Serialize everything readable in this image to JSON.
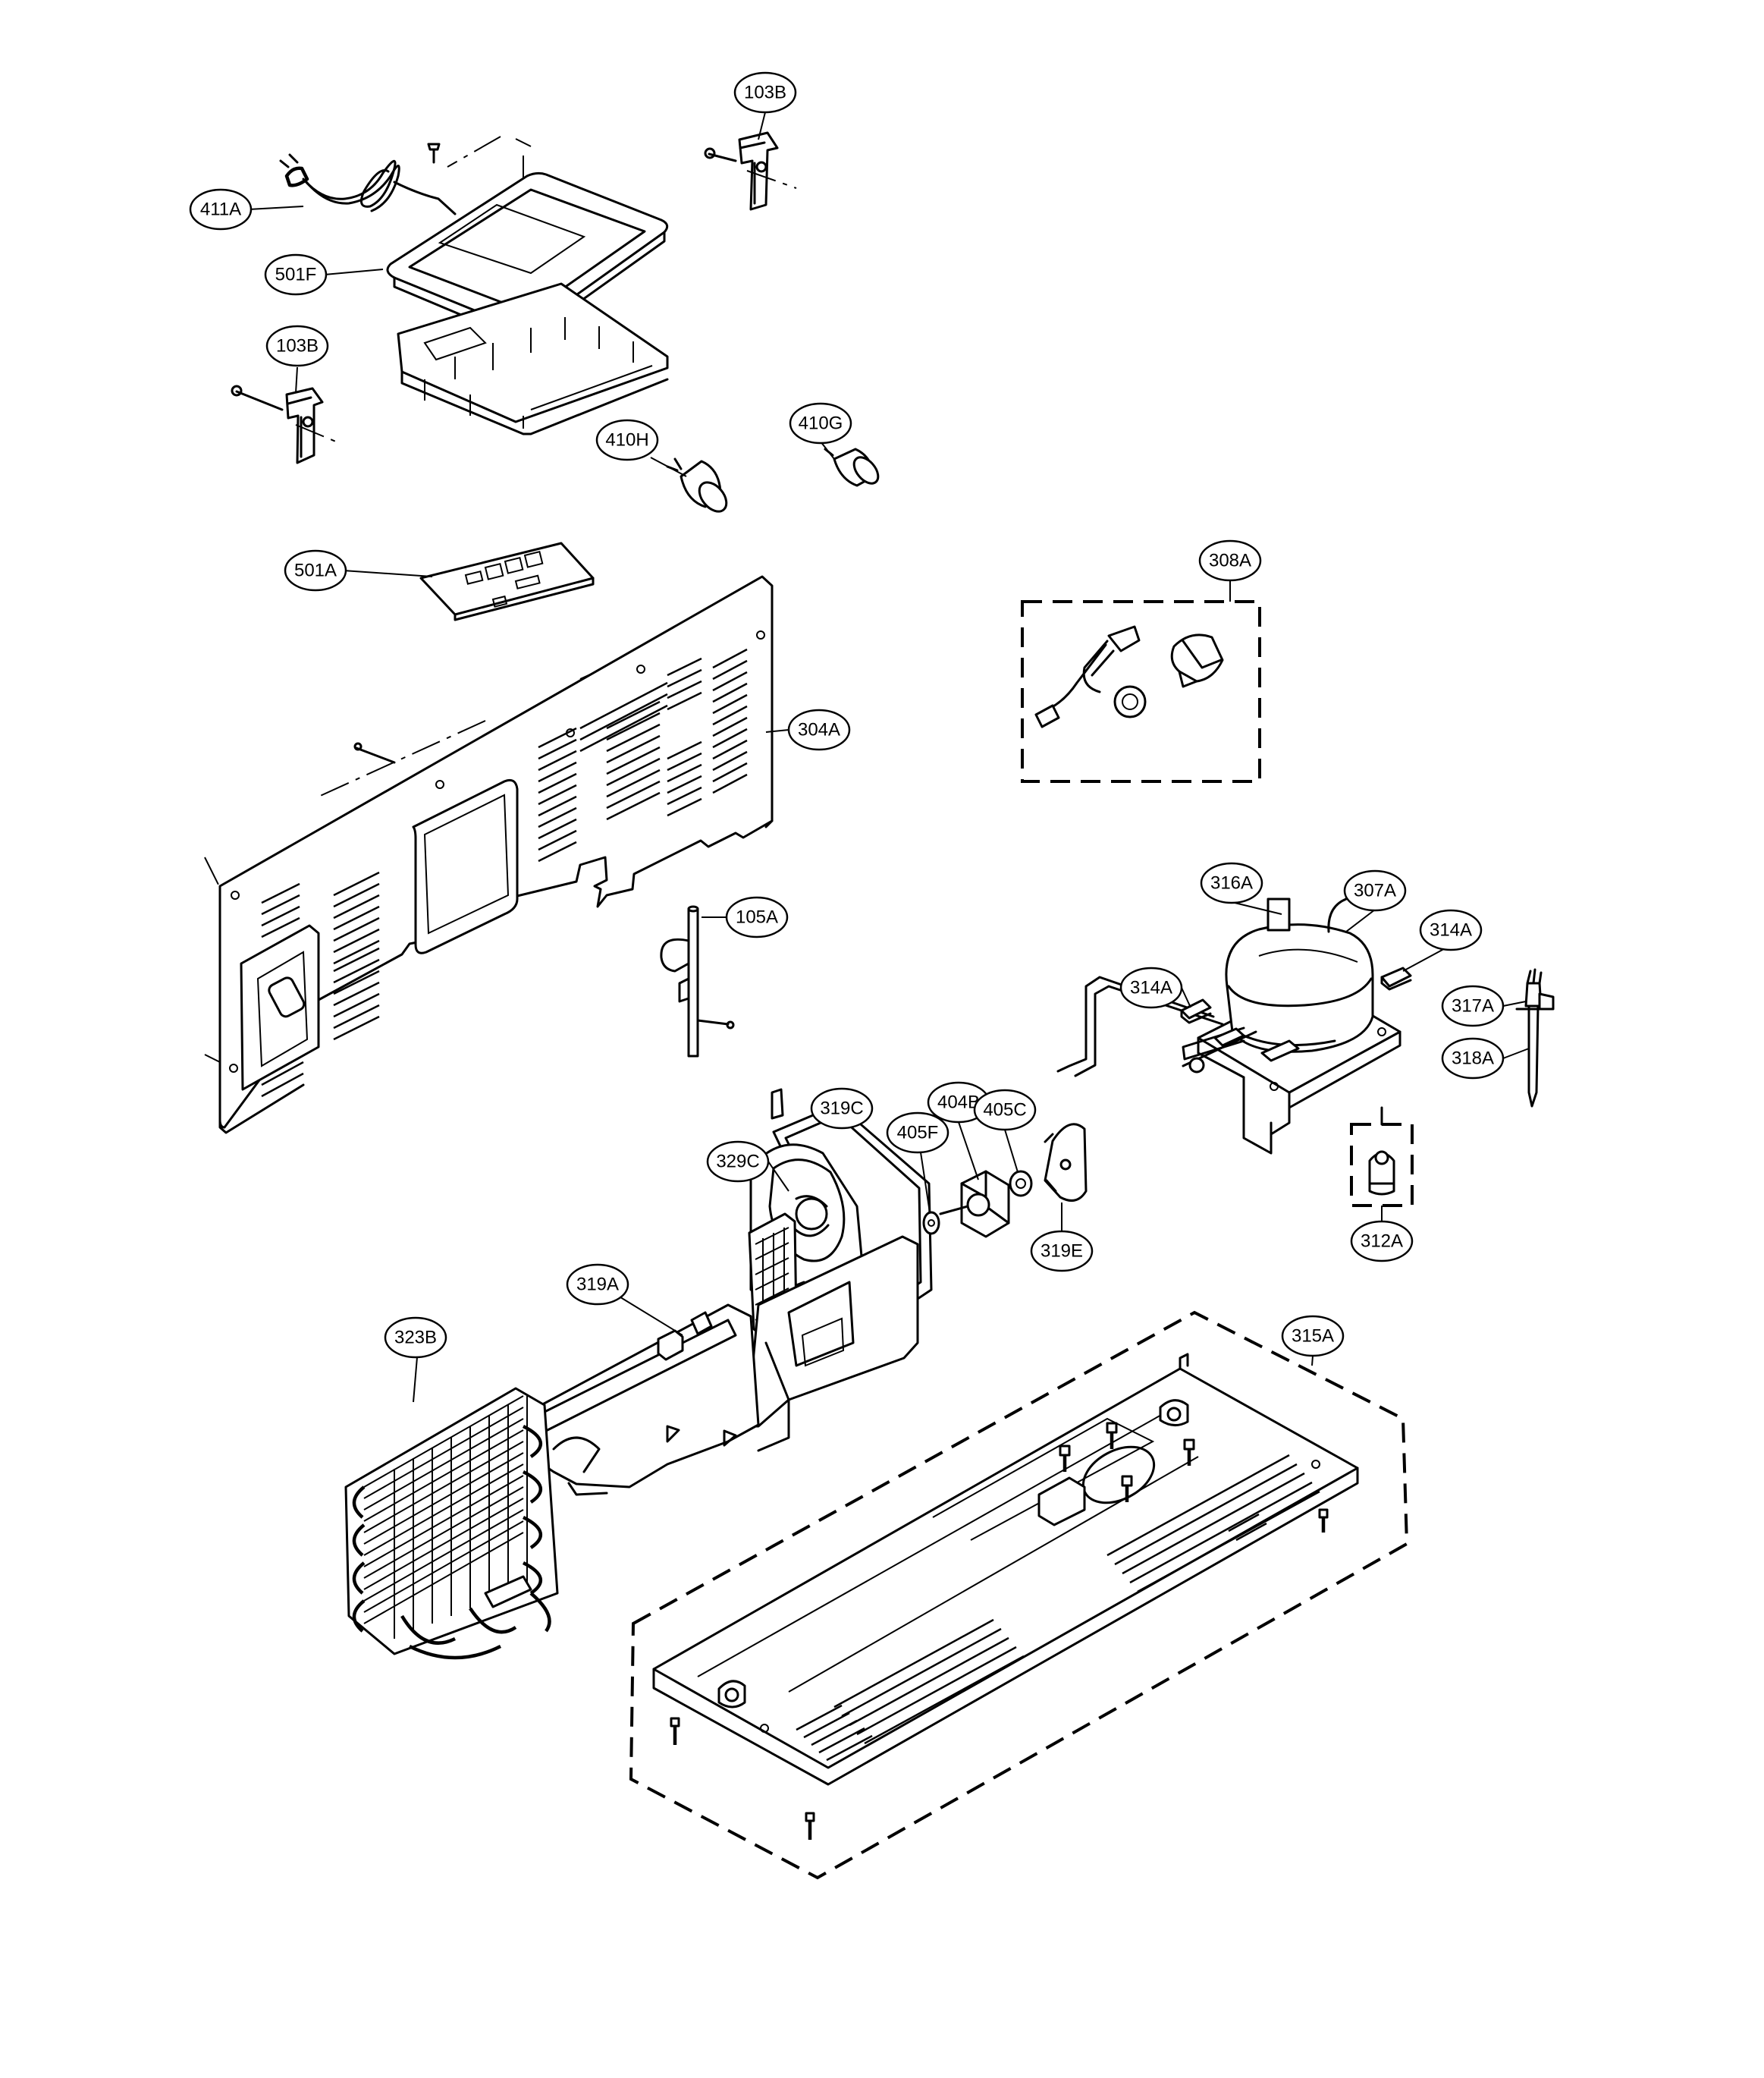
{
  "labels": {
    "l103B_top": "103B",
    "l411A": "411A",
    "l501F": "501F",
    "l103B_left": "103B",
    "l410H": "410H",
    "l410G": "410G",
    "l501A": "501A",
    "l308A": "308A",
    "l304A": "304A",
    "l105A": "105A",
    "l316A": "316A",
    "l307A": "307A",
    "l314A_right": "314A",
    "l314A_left": "314A",
    "l317A": "317A",
    "l318A": "318A",
    "l319C": "319C",
    "l404B": "404B",
    "l405C": "405C",
    "l405F": "405F",
    "l329C": "329C",
    "l319E": "319E",
    "l312A": "312A",
    "l319A": "319A",
    "l315A": "315A",
    "l323B": "323B"
  }
}
